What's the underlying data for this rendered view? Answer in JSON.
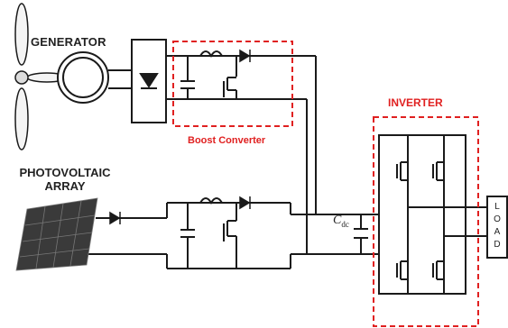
{
  "labels": {
    "generator": "GENERATOR",
    "pv_line1": "PHOTOVOLTAIC",
    "pv_line2": "ARRAY",
    "boost": "Boost Converter",
    "inverter": "INVERTER",
    "capacitor_main": "C",
    "capacitor_sub": "dc",
    "load_letters": [
      "L",
      "O",
      "A",
      "D"
    ]
  },
  "colors": {
    "line": "#1a1a1a",
    "highlight_box": "#e02020",
    "highlight_text": "#e02020",
    "pv_panel": "#3a3a3a"
  },
  "icons": [
    "wind-turbine-icon",
    "generator-icon",
    "rectifier-icon",
    "pv-panel-icon",
    "diode-icon",
    "inductor-icon",
    "igbt-icon",
    "capacitor-icon"
  ]
}
